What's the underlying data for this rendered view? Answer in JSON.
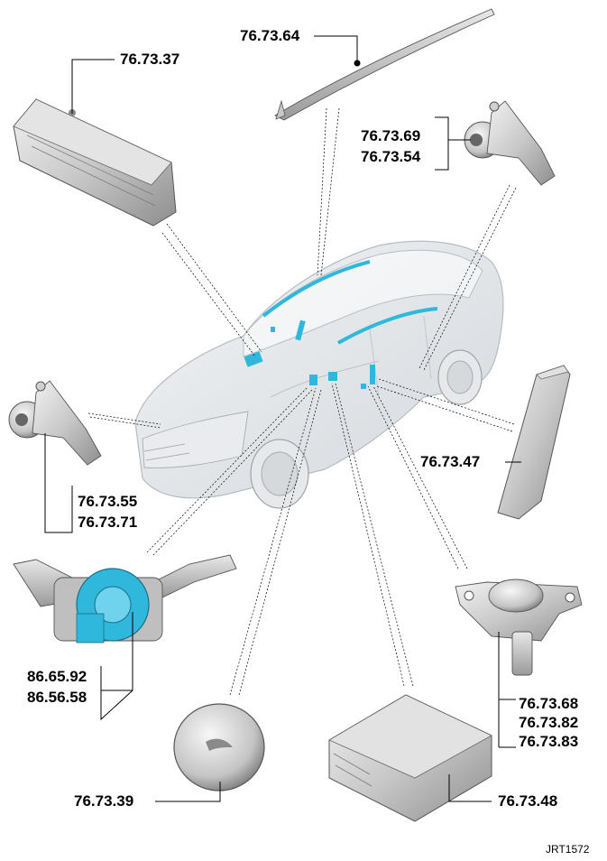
{
  "labels": {
    "sdm": "76.73.37",
    "curtain": "76.73.64",
    "sensor_right_a": "76.73.69",
    "sensor_right_b": "76.73.54",
    "sensor_left_a": "76.73.55",
    "sensor_left_b": "76.73.71",
    "seat_airbag": "76.73.47",
    "clockspring_a": "86.65.92",
    "clockspring_b": "86.56.58",
    "driver_airbag": "76.73.39",
    "impact_sensor_a": "76.73.68",
    "impact_sensor_b": "76.73.82",
    "impact_sensor_c": "76.73.83",
    "control_module": "76.73.48"
  },
  "figure_ref": "JRT1572",
  "colors": {
    "highlight": "#2fb8dc",
    "component": "#c9c9c9",
    "car_body": "#e4e7ea",
    "line": "#000000"
  }
}
